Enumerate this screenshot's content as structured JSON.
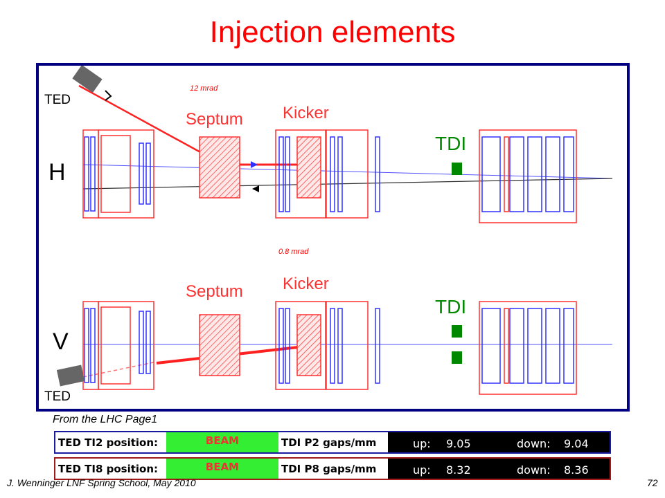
{
  "title": "Injection elements",
  "diagram": {
    "ted_top": "TED",
    "ted_bottom": "TED",
    "angle_top": "12 mrad",
    "angle_mid": "0.8 mrad",
    "plane_h": "H",
    "plane_v": "V",
    "septum_h": "Septum",
    "kicker_h": "Kicker",
    "tdi_h": "TDI",
    "septum_v": "Septum",
    "kicker_v": "Kicker",
    "tdi_v": "TDI"
  },
  "source_label": "From the LHC Page1",
  "table": {
    "rows": [
      {
        "label": "TED TI2 position:",
        "status": "BEAM",
        "gap_label": "TDI P2 gaps/mm",
        "up_label": "up:",
        "up_value": "9.05",
        "down_label": "down:",
        "down_value": "9.04"
      },
      {
        "label": "TED TI8 position:",
        "status": "BEAM",
        "gap_label": "TDI P8 gaps/mm",
        "up_label": "up:",
        "up_value": "8.32",
        "down_label": "down:",
        "down_value": "8.36"
      }
    ]
  },
  "footer": {
    "author": "J. Wenninger LNF Spring School, May 2010",
    "page": "72"
  },
  "colors": {
    "title": "#ff0000",
    "magnet_blue": "#4040ff",
    "magnet_red": "#ff3030",
    "tdi_green": "#008800",
    "frame": "#000080",
    "status_green": "#33ee33"
  }
}
